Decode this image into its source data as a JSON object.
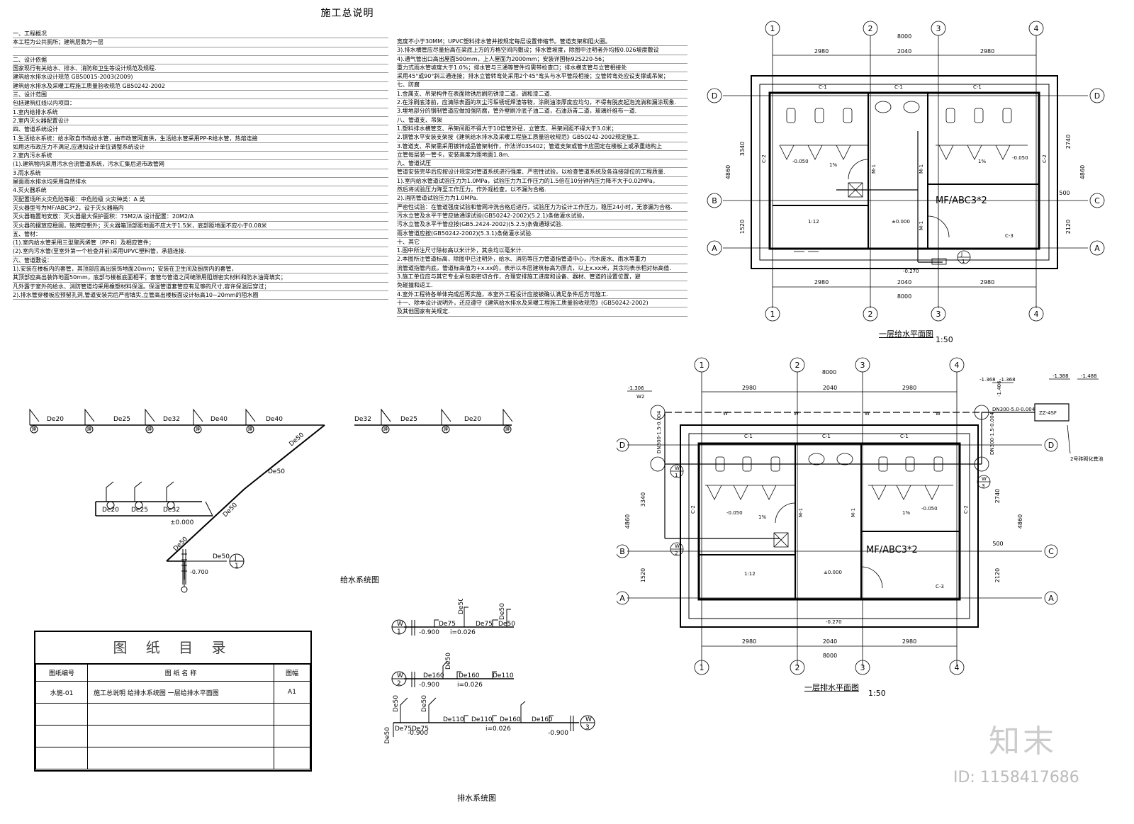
{
  "title": "施工总说明",
  "notes_left": [
    "一、工程概况",
    "本工程为公共厕所；建筑层数为一层",
    "",
    "二、设计依据",
    "国家现行有关给水、排水、消防和卫生等设计规范及规程.",
    "建筑给水排水设计规范 GB50015-2003(2009)",
    "建筑给水排水及采暖工程施工质量验收规范 GB50242-2002",
    "三、设计范围",
    "包括建筑红线以内项目：",
    "1.室内给排水系统",
    "2.室内灭火器配置设计",
    "四、管道系统设计",
    "1.生活给水系统：给水取自市政给水管，由市政管网直供，生活给水管采用PP-R给水管，热熔连接",
    "   如用达市政压力不满足,应通知设计单位调整系统设计",
    "2.室内污水系统",
    "(1).建筑物内采用污水合流管道系统，污水汇集后进市政管网",
    "3.雨水系统",
    "   屋面雨水排水均采用自然排水",
    "4.灭火器系统",
    "灭配置场所火灾危险等级：中危险级    火灾种类：A 类",
    "灭火器型号为MF/ABC3*2，设于灭火器箱内",
    "灭火器箱置地安放：灭火器最大保护面积：75M2/A    设计配置：20M2/A",
    "灭火器的摆放应稳固，铭牌应朝外；灭火器箱顶部距地面不应大于1.5米，底部距地面不应小于0.08米",
    "五、管材：",
    "(1).室内给水管采用三型聚丙烯管（PP-R）及相应管件；",
    "(2).室内污水管(至室外第一个检查井前)采用UPVC塑料管，承插连接.",
    "六、管道敷设：",
    "1).安装在楼板内的套管，其顶部应高出装饰地面20mm；安装在卫生间及厨房内的套管，",
    "其顶部应高出装饰地面50mm，底部与楼板底面相平；套管与管道之间缝隙用阻燃密实材料和防水油膏填实；",
    "凡外露于室外的给水、消防管道均采用橡塑材料保温。保温管道套管应有足够的尺寸,容许保温层穿过；",
    "2).排水管穿楼板应预留孔洞,管道安装完后严密填实,立管高出楼板面设计标高10~20mm的阻水圈"
  ],
  "notes_right": [
    "宽度不小于30MM；UPVC塑料排水管并按规定每层设置伸缩节。管道支架和阻火圈。",
    "3).排水横管应尽量抬高在梁底上方的方格空间内敷设；排水管坡度，除图中注明者外均按0.026坡度敷设",
    "4).通气管出口高出屋面500mm，上人屋面为2000mm；安装详国标92S220-56；",
    "重力式雨水管坡度大于1.0%；排水管与三通等管件均需带检查口；排水横支管与立管相接处",
    "采用45°或90°斜三通连接；排水立管转弯处采用2个45°弯头与水平管段相接；立管转弯处应设支撑或吊架；",
    "七、防腐",
    "1.金属支、吊架构件在表面除锈后刷防锈漆二道，调和漆二道.",
    "2.在涂刷底漆前，应清除表面的灰尘污垢锈斑焊渣等物，涂刷油漆厚度应均匀，不得有脱皮起泡流淌和漏涂现象.",
    "3.埋地部分的钢制管道应做加强防腐，管外壁刷冷底子油二道，石油沥青二道，玻璃纤维布一道.",
    "八、管道支、吊架",
    "1.塑料排水横管支、吊架间距不得大于10倍管外径，立管支、吊架间距不得大于3.0米；",
    "2.钢管水平安装支架按《建筑给水排水及采暖工程施工质量验收规范》GB50242-2002规定施工.",
    "3.管道支、吊架需采用镀锌成品管架制作，作法详03S402；管道支架或管卡应固定在楼板上或承重结构上",
    "立管每层装一管卡，安装高度为距地面1.8m.",
    "九、管道试压",
    "管道安装完毕后应按设计规定对管道系统进行强度、严密性试验，以检查管道系统及各连接部位的工程质量.",
    "1).室内给水管道试验压力为1.0MPa，试验压力为工作压力的1.5倍在10分钟内压力降不大于0.02MPa，",
    "然后将试验压力降至工作压力，作外观检查，以不漏为合格.",
    "2).消防管道试验压力为1.0MPa.",
    "严密性试验：在管道强度试验和管网冲洗合格后进行，试验压力为设计工作压力，稳压24小时，无渗漏为合格.",
    "污水立管及水平干管应做通球试验(GB50242-2002)(5.2.1)条做灌水试验，",
    "污水立管及水平干管应按(GB5.2424-2002)(5.2.5)条做通球试验.",
    "雨水管道应按(GB50242-2002)(5.3.1)条做灌水试验.",
    "十、其它",
    "1.图中所注尺寸除标高以米计外，其余均以毫米计.",
    "2.本图所注管道标高，除图中已注明外，给水、消防等压力管道指管道中心，污水废水、雨水等重力",
    "流管道指管内底，管道标高值为+x.xx的，表示以本层建筑标高为原点，以上x.xx米，其余均表示相对标高值.",
    "3.施工单位应与其它专业承包商密切合作，合理安排施工进度和设备、器材、管道的设置位置，避",
    "免碰撞和返工.",
    "4.室外工程待各单体完成后再实施，本室外工程设计应按被确认满足条件后方可施工.",
    "十一、除本设计说明外，还应遵守《建筑给水排水及采暖工程施工质量验收规范》(GB50242-2002)",
    "及其他国家有关规定."
  ],
  "supply_system": {
    "caption": "给水系统图",
    "fixtures": [
      "蹲",
      "蹲",
      "蹲",
      "蹲",
      "蹲",
      "蹲",
      "蹲",
      "蹲"
    ],
    "pipe_labels": [
      "De20",
      "De25",
      "De32",
      "De40",
      "De40",
      "De32",
      "De25",
      "De20"
    ],
    "mains": [
      "De50",
      "De50",
      "De50",
      "De50",
      "De50"
    ],
    "branch_labels": [
      "De20",
      "De25",
      "De32"
    ],
    "elevation_0": "±0.000",
    "elevation_low": "-0.700",
    "riser_tag": "J",
    "riser_num": "1"
  },
  "drain_system": {
    "caption": "排水系统图",
    "w1": {
      "tag": "W",
      "num": "1",
      "labels": [
        "De75",
        "De75",
        "De50",
        "De50",
        "De50"
      ],
      "elev": "-0.900",
      "slope": "i=0.026"
    },
    "w2": {
      "tag": "W",
      "num": "2",
      "labels": [
        "De160",
        "De160",
        "De110",
        "De50"
      ],
      "elev": "-0.900",
      "slope": "i=0.026"
    },
    "w3": {
      "tag": "W",
      "num": "3",
      "labels": [
        "De75",
        "De75",
        "De110",
        "De110",
        "De160",
        "De160",
        "De50",
        "De50",
        "De50"
      ],
      "elev1": "-0.900",
      "elev2": "-0.900",
      "slope": "i=0.026"
    }
  },
  "directory": {
    "title": "图 纸 目 录",
    "headers": [
      "图纸编号",
      "图 纸 名 称",
      "图幅"
    ],
    "rows": [
      [
        "水施-01",
        "施工总说明  给排水系统图  一层给排水平面图",
        "A1"
      ],
      [
        "",
        "",
        ""
      ],
      [
        "",
        "",
        ""
      ],
      [
        "",
        "",
        ""
      ]
    ]
  },
  "plan_supply": {
    "caption": "一层给水平面图",
    "scale": "1:50",
    "axes_x": [
      "1",
      "2",
      "3",
      "4"
    ],
    "axes_y": [
      "D",
      "C",
      "B",
      "A"
    ],
    "dims_top": [
      "8000",
      "2980",
      "2040",
      "2980"
    ],
    "dims_bottom": [
      "2980",
      "2040",
      "2980",
      "8000"
    ],
    "dims_left": [
      "3340",
      "4860",
      "1520"
    ],
    "dims_right": [
      "2740",
      "4860",
      "500",
      "2120"
    ],
    "labels": {
      "c1a": "C-1",
      "c1b": "C-1",
      "c1c": "C-1",
      "c2l": "C-2",
      "c2r": "C-2",
      "c3": "C-3",
      "m1a": "M-1",
      "m1b": "M-1",
      "m1c": "M-1",
      "lev1": "-0.050",
      "lev2": "-0.050",
      "lev0": "±0.000",
      "lev_out": "-0.270",
      "slope1": "1%",
      "slope2": "1%",
      "ramp": "1:12",
      "ext": "MF/ABC3*2",
      "j_tag": "J",
      "j_num": "1"
    }
  },
  "plan_drain": {
    "caption": "一层排水平面图",
    "scale": "1:50",
    "axes_x": [
      "1",
      "2",
      "3",
      "4"
    ],
    "axes_y": [
      "D",
      "C",
      "B",
      "A"
    ],
    "dims_top": [
      "8000",
      "2980",
      "2040",
      "2980"
    ],
    "dims_bottom": [
      "2980",
      "2040",
      "2980",
      "8000"
    ],
    "dims_left": [
      "3340",
      "4860",
      "1520"
    ],
    "dims_right": [
      "2740",
      "4860",
      "500",
      "2120"
    ],
    "labels": {
      "c1a": "C-1",
      "c1b": "C-1",
      "c1c": "C-1",
      "c2l": "C-2",
      "c2r": "C-2",
      "c3": "C-3",
      "m1a": "M-1",
      "m1b": "M-1",
      "lev1": "-0.050",
      "lev2": "-0.050",
      "lev0": "±0.000",
      "lev_out": "-0.270",
      "slope1": "1%",
      "slope2": "1%",
      "ramp": "1:12",
      "ext": "MF/ABC3*2",
      "e1": "-1.306",
      "w2": "W2",
      "e2": "-1.368",
      "e3": "-1.368",
      "e4": "-1.388",
      "e5": "-1.488",
      "e6": "-1.406",
      "pipe_top": "DN300-5.0-0.004",
      "pipe_l": "DN300-1.5-0.004",
      "pipe_r": "DN300-1.5-0.004",
      "tank": "ZZ-4SF",
      "tank_note": "2号砖砌化粪池",
      "w_tag": "W",
      "w_nums": [
        "1",
        "2",
        "3"
      ],
      "w_pipe": "W"
    }
  },
  "watermark": {
    "logo": "知末",
    "id": "ID: 1158417686"
  }
}
